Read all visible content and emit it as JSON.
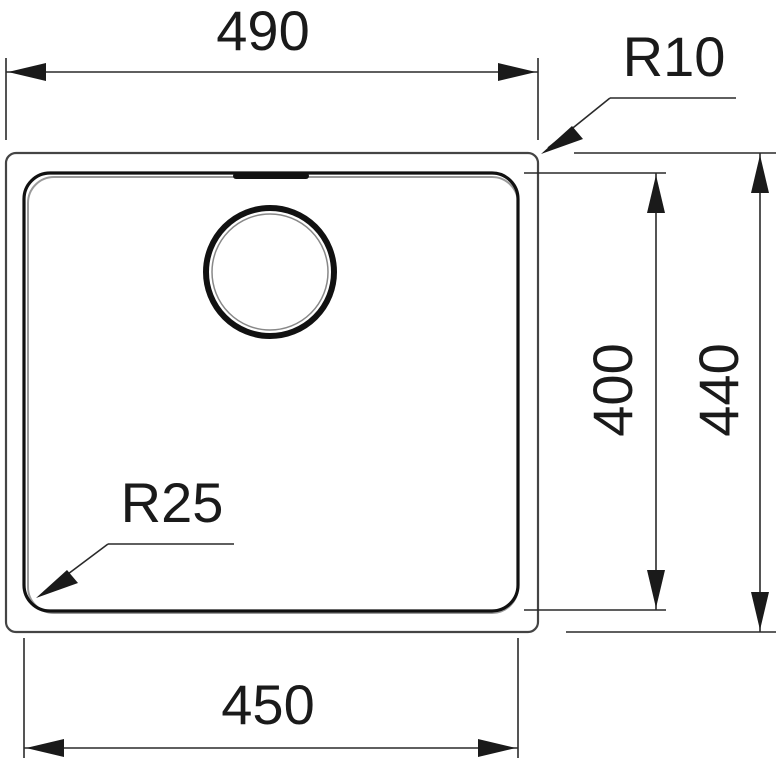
{
  "diagram": {
    "overall_width_label": "490",
    "inner_width_label": "450",
    "inner_height_label": "400",
    "overall_height_label": "440",
    "outer_radius_label": "R10",
    "inner_radius_label": "R25"
  },
  "colors": {
    "line": "#1a1a1a",
    "background": "#ffffff"
  }
}
